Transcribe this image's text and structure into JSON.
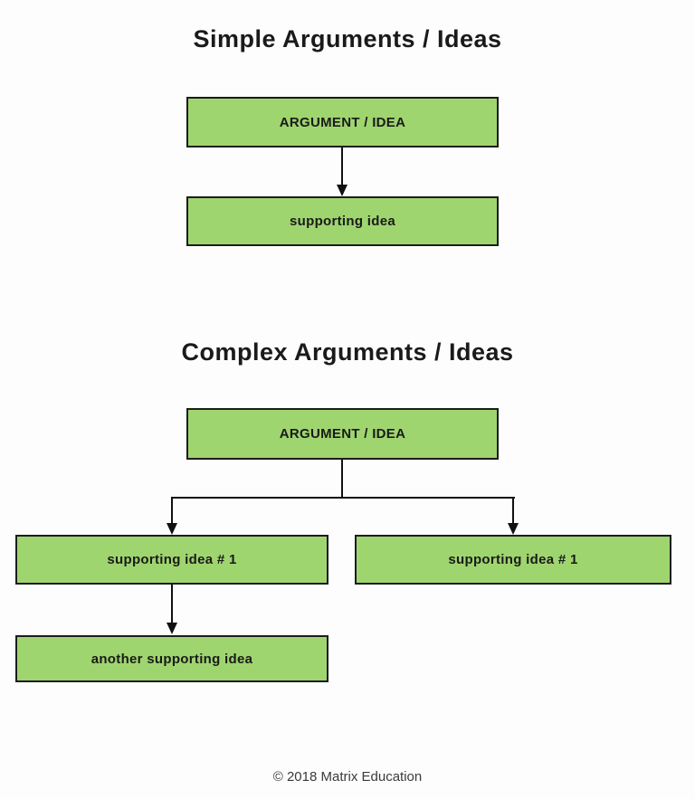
{
  "colors": {
    "background": "#fdfdfd",
    "box_fill": "#9fd56f",
    "box_border": "#1c1c1c",
    "connector": "#111111",
    "title_text": "#1a1a1a",
    "box_text": "#1a1a1a",
    "footer_text": "#3a3a3a"
  },
  "sections": [
    {
      "title": "Simple Arguments / Ideas",
      "nodes": [
        {
          "label": "ARGUMENT / IDEA"
        },
        {
          "label": "supporting idea"
        }
      ]
    },
    {
      "title": "Complex Arguments / Ideas",
      "nodes": [
        {
          "label": "ARGUMENT / IDEA"
        },
        {
          "label": "supporting idea # 1"
        },
        {
          "label": "supporting idea # 1"
        },
        {
          "label": "another supporting idea"
        }
      ]
    }
  ],
  "footer": {
    "copyright": "© 2018 Matrix Education"
  }
}
